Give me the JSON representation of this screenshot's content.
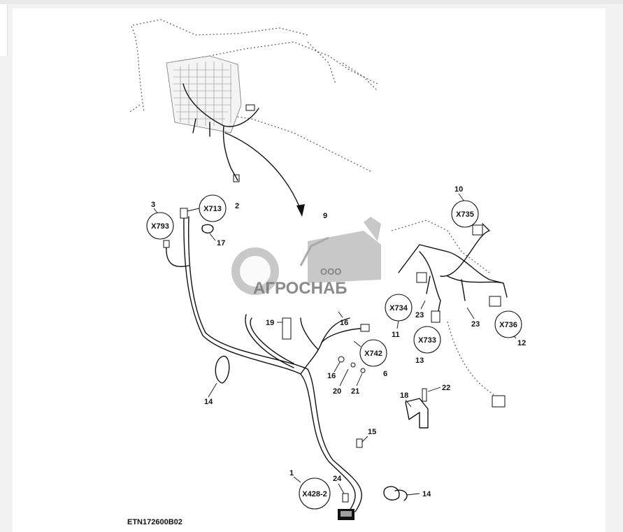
{
  "callouts": {
    "c1": "1",
    "c2": "2",
    "c3": "3",
    "c6": "6",
    "c9": "9",
    "c10": "10",
    "c11": "11",
    "c12": "12",
    "c13": "13",
    "c14a": "14",
    "c14b": "14",
    "c15": "15",
    "c16a": "16",
    "c16b": "16",
    "c17": "17",
    "c18": "18",
    "c19": "19",
    "c20": "20",
    "c21": "21",
    "c22": "22",
    "c23a": "23",
    "c23b": "23",
    "c24": "24"
  },
  "connectors": {
    "x793": "X793",
    "x713": "X713",
    "x735": "X735",
    "x734": "X734",
    "x733": "X733",
    "x736": "X736",
    "x742": "X742",
    "x428_2": "X428-2"
  },
  "figure_id": "ETN172600B02",
  "watermark": {
    "company": "ООО",
    "brand": "АГРОСНАБ"
  }
}
